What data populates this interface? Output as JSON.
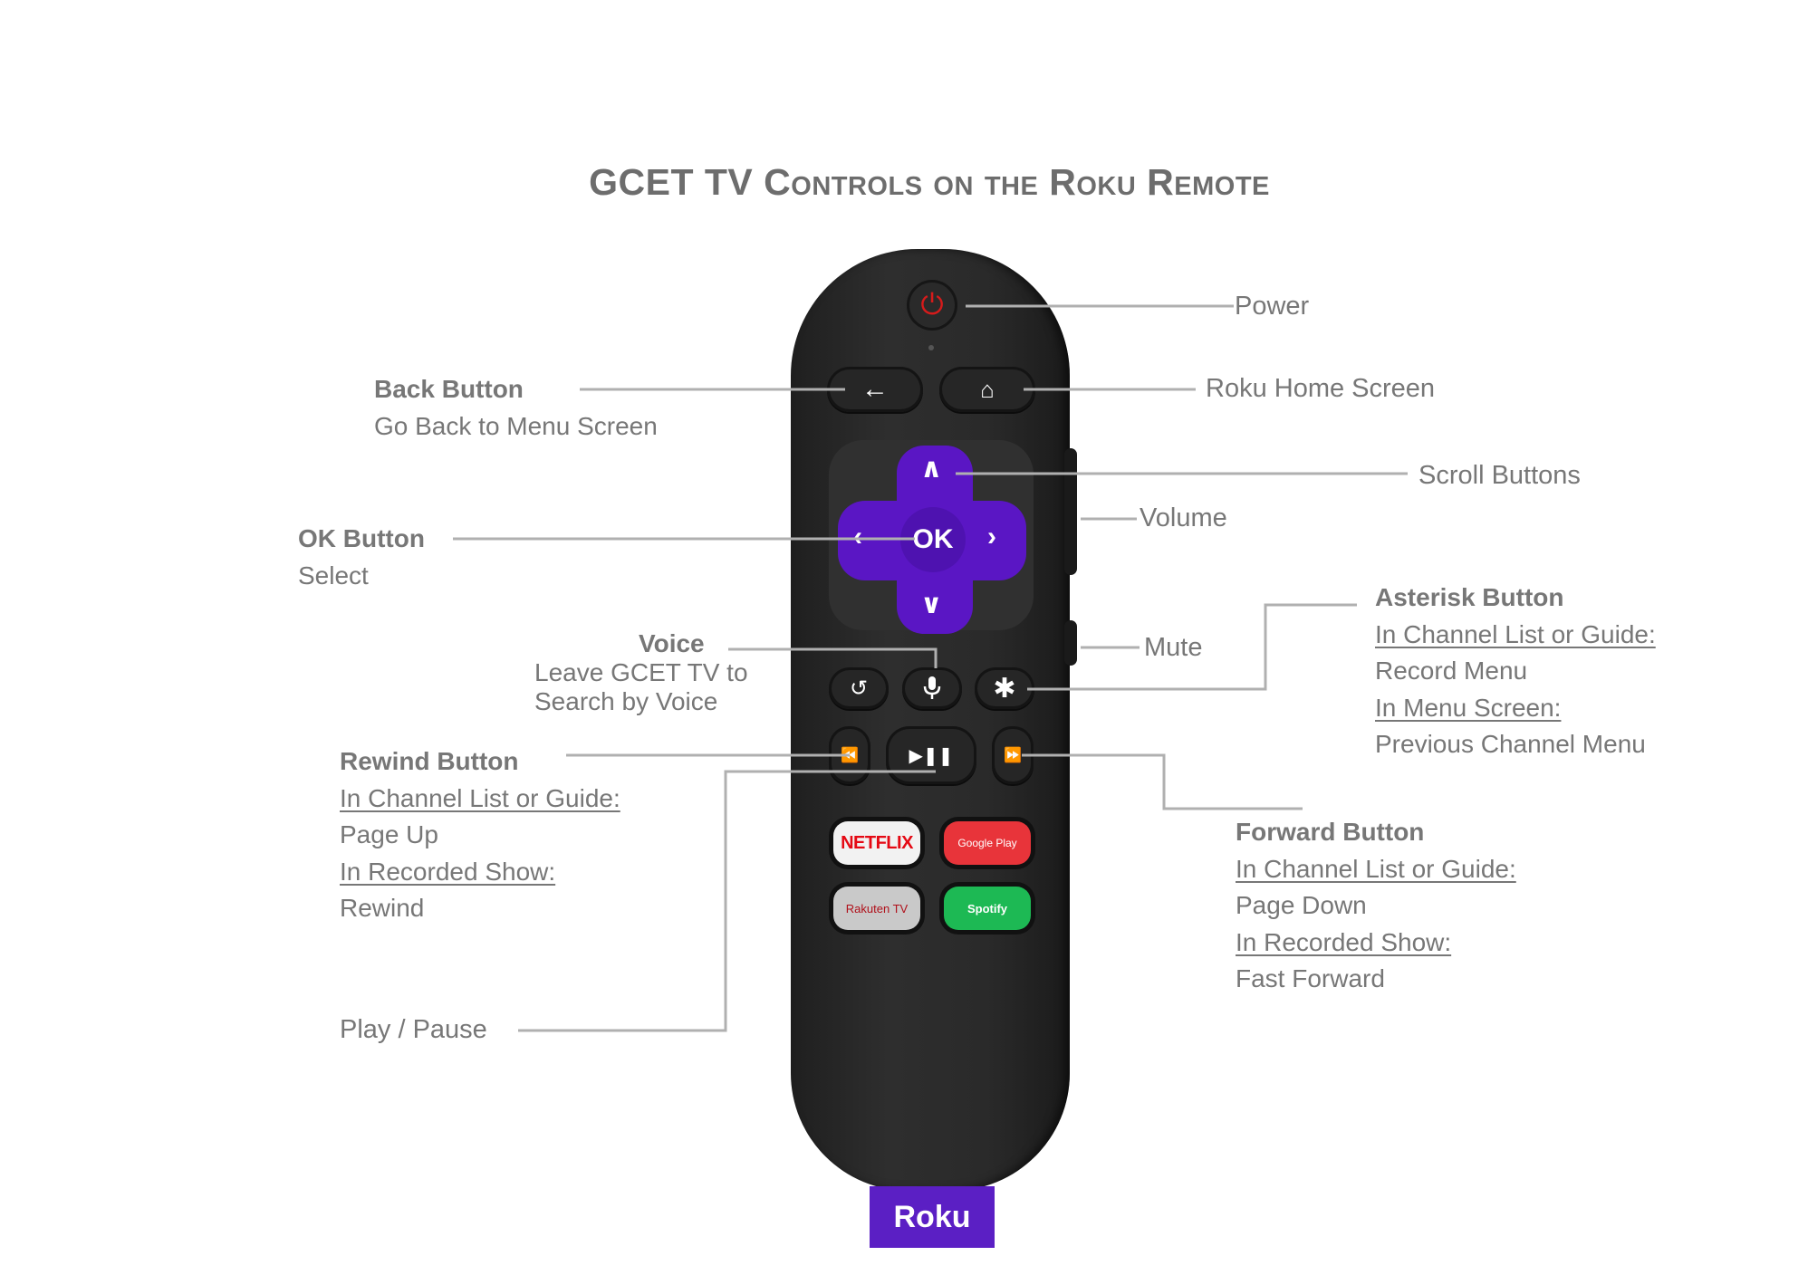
{
  "title": "GCET TV Controls on the Roku Remote",
  "colors": {
    "background": "#ffffff",
    "text": "#777777",
    "title": "#6d6d6d",
    "leader_lines": "#b0b0b0",
    "remote_body": "#2a2a2a",
    "dpad": "#5a16c4",
    "power_icon": "#d61b1b",
    "netflix": "#e50914",
    "google_play": "#e8343a",
    "spotify": "#1db954",
    "roku_brand": "#5b1fc4"
  },
  "labels": {
    "power": "Power",
    "roku_home": "Roku Home Screen",
    "scroll": "Scroll Buttons",
    "volume": "Volume",
    "mute": "Mute",
    "back": {
      "heading": "Back Button",
      "desc": "Go Back to Menu Screen"
    },
    "ok": {
      "heading": "OK Button",
      "desc": "Select"
    },
    "voice": {
      "heading": "Voice",
      "line1": "Leave GCET TV to",
      "line2": "Search by Voice"
    },
    "rewind": {
      "heading": "Rewind Button",
      "ctx1": "In Channel List or Guide:",
      "act1": "Page Up",
      "ctx2": "In Recorded Show:",
      "act2": "Rewind"
    },
    "play_pause": "Play / Pause",
    "asterisk": {
      "heading": "Asterisk Button",
      "ctx1": "In Channel List or Guide:",
      "act1": "Record Menu",
      "ctx2": "In Menu Screen:",
      "act2": "Previous Channel Menu"
    },
    "forward": {
      "heading": "Forward Button",
      "ctx1": "In Channel List or Guide:",
      "act1": "Page Down",
      "ctx2": "In Recorded Show:",
      "act2": "Fast Forward"
    }
  },
  "remote": {
    "ok_label": "OK",
    "apps": {
      "netflix": "NETFLIX",
      "google_play": "Google Play",
      "rakuten": "Rakuten TV",
      "spotify": "Spotify"
    },
    "brand": "Roku"
  },
  "icons": {
    "power": "power-icon",
    "back": "back-arrow-icon",
    "home": "home-icon",
    "up": "chevron-up-icon",
    "down": "chevron-down-icon",
    "left": "chevron-left-icon",
    "right": "chevron-right-icon",
    "replay": "replay-icon",
    "mic": "microphone-icon",
    "asterisk": "asterisk-icon",
    "rewind": "rewind-icon",
    "play_pause": "play-pause-icon",
    "forward": "fast-forward-icon"
  }
}
